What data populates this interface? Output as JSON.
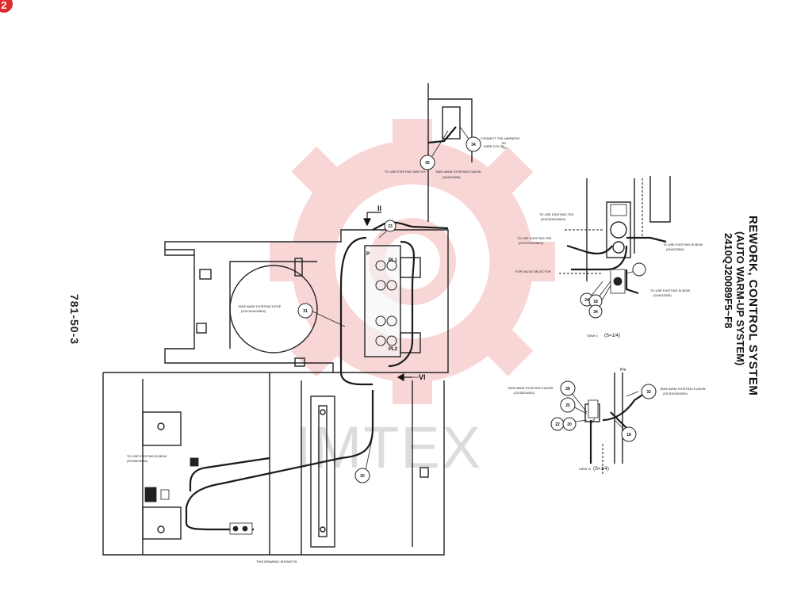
{
  "badge": "2",
  "page_number": "781-50-3",
  "title": {
    "line1": "REWORK, CONTROL SYSTEM",
    "line2": "(AUTO WARM-UP SYSTEM)",
    "line3": "2410QJ20089F5~F8"
  },
  "watermark": "IMTEX",
  "section_marks": {
    "top": "II",
    "side": "VI"
  },
  "callouts": [
    "35",
    "34",
    "23",
    "31",
    "20",
    "24",
    "18",
    "34",
    "28",
    "25",
    "22",
    "20",
    "18",
    "32"
  ],
  "port_labels": [
    "PL1",
    "PL2",
    "P"
  ],
  "notes": {
    "connect_harness": "CONNECT THE HARNESS",
    "wire_color": "WIRE COLOR",
    "by": "BY",
    "yg": "YG",
    "use_existing_switch": "TO USE EXISTING SWITCH",
    "take_away_elbow_top": "TAKE AWAY EXISTING ELBOW",
    "part_244": "(244422336)",
    "take_away_hose": "TAKE AWAY EXISTING HOSE",
    "part_hose": "(HX21E040280X)",
    "use_tee_1": "TO USE EXISTING TEE",
    "part_tee_1": "(HX21E040350X)",
    "use_tee_2": "TO USE EXISTING TEE",
    "part_tee_2": "(HX21E040360X)",
    "valve_selector": "FOR VALVE SELECTOR",
    "use_elbow_r1": "TO USE EXISTING ELBOW",
    "part_elbow_r1": "(244422894)",
    "use_elbow_r2": "TO USE EXISTING ELBOW",
    "part_elbow_r2": "(244422336)",
    "view_label_1": "VIEW II",
    "scale_1": "(S=1/4)",
    "take_away_elbow_l": "TAKE AWAY EXISTING ELBOW",
    "part_elbow_l": "(ZX32E04000)",
    "take_away_elbow_r": "TAKE AWAY EXISTING ELBOW",
    "part_elbow_r": "(ZX21E040250X)",
    "pm_label": "Pm",
    "view_label_2": "VIEW VI",
    "scale_2": "(S=1/4)",
    "use_elbow_bl": "TO USE EXISTING ELBOW",
    "part_elbow_bl": "(ZX32E04000)",
    "footer_note": "THIS DRAWING SHOWS F8"
  }
}
